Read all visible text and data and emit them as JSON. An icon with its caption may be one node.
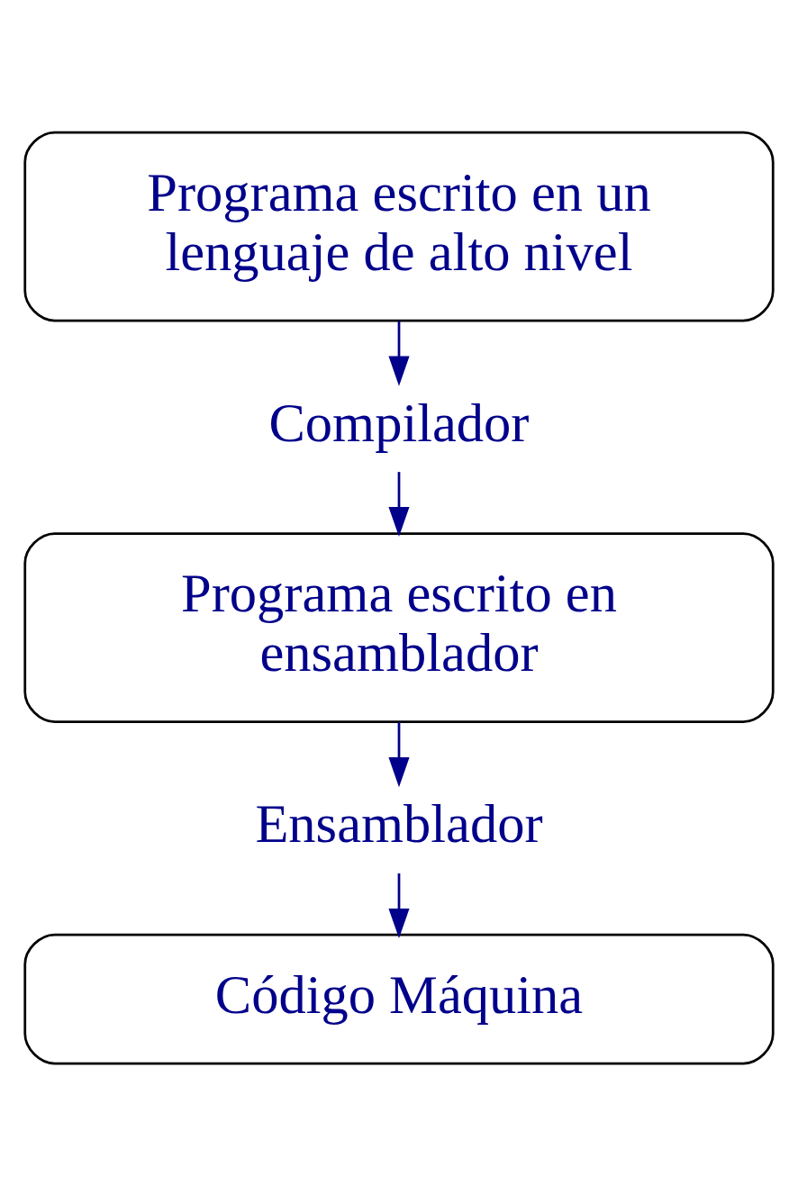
{
  "diagram": {
    "nodes": [
      {
        "text": [
          "Programa escrito en un lenguaje de alto nivel"
        ]
      },
      {
        "text": [
          "Compilador"
        ]
      },
      {
        "text": [
          "Programa escrito en ensamblador"
        ]
      },
      {
        "text": [
          "Ensamblador"
        ]
      },
      {
        "text": [
          "Código Máquina"
        ]
      }
    ],
    "edges": [
      {
        "from": 0,
        "to": 1,
        "arrow": "to"
      },
      {
        "from": 1,
        "to": 2,
        "arrow": "to"
      },
      {
        "from": 2,
        "to": 3,
        "arrow": "to"
      },
      {
        "from": 3,
        "to": 4,
        "arrow": "to"
      }
    ]
  }
}
